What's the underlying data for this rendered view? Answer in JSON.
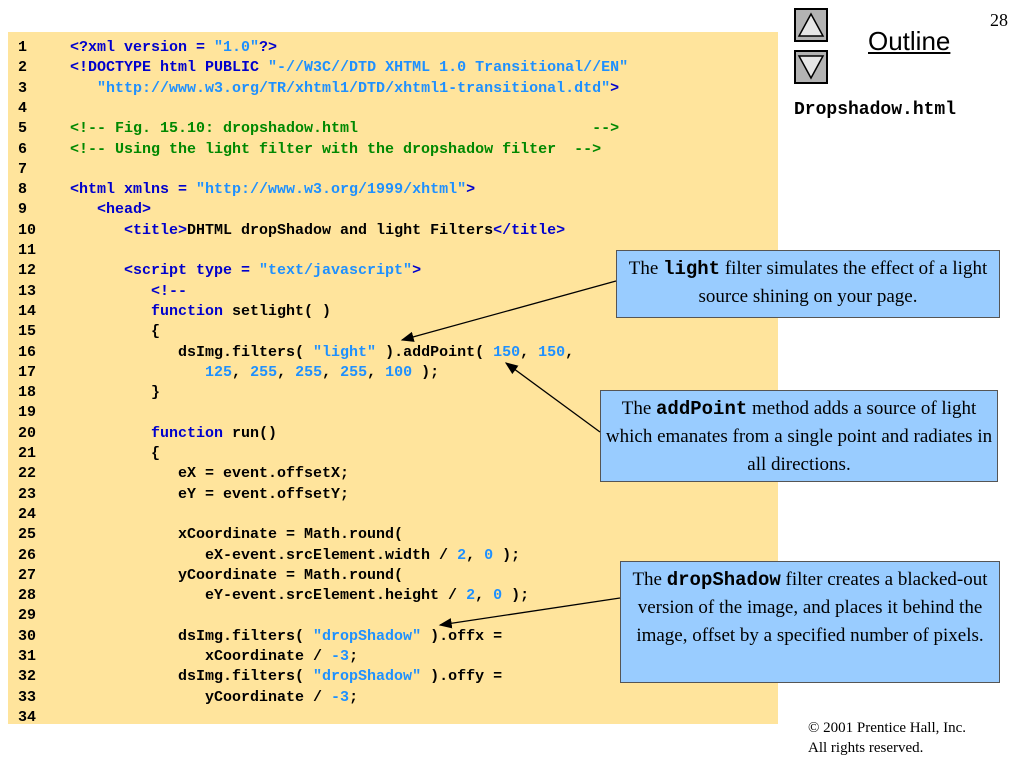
{
  "page_number": "28",
  "outline": {
    "title": "Outline",
    "file_name": "Dropshadow.html",
    "up_icon": "triangle-up-icon",
    "down_icon": "triangle-down-icon"
  },
  "code": [
    {
      "n": "1",
      "src": [
        [
          "k",
          "<?xml version = "
        ],
        [
          "s",
          "\"1.0\""
        ],
        [
          "k",
          "?>"
        ]
      ]
    },
    {
      "n": "2",
      "src": [
        [
          "k",
          "<!DOCTYPE html PUBLIC "
        ],
        [
          "s",
          "\"-//W3C//DTD XHTML 1.0 Transitional//EN\""
        ]
      ]
    },
    {
      "n": "3",
      "src": [
        [
          "t",
          "   "
        ],
        [
          "s",
          "\"http://www.w3.org/TR/xhtml1/DTD/xhtml1-transitional.dtd\""
        ],
        [
          "k",
          ">"
        ]
      ]
    },
    {
      "n": "4",
      "src": []
    },
    {
      "n": "5",
      "src": [
        [
          "c",
          "<!-- Fig. 15.10: dropshadow.html                          -->"
        ]
      ]
    },
    {
      "n": "6",
      "src": [
        [
          "c",
          "<!-- Using the light filter with the dropshadow filter  -->"
        ]
      ]
    },
    {
      "n": "7",
      "src": []
    },
    {
      "n": "8",
      "src": [
        [
          "k",
          "<html xmlns = "
        ],
        [
          "s",
          "\"http://www.w3.org/1999/xhtml\""
        ],
        [
          "k",
          ">"
        ]
      ]
    },
    {
      "n": "9",
      "src": [
        [
          "k",
          "   <head>"
        ]
      ]
    },
    {
      "n": "10",
      "src": [
        [
          "k",
          "      <title>"
        ],
        [
          "t",
          "DHTML dropShadow and light Filters"
        ],
        [
          "k",
          "</title>"
        ]
      ]
    },
    {
      "n": "11",
      "src": []
    },
    {
      "n": "12",
      "src": [
        [
          "k",
          "      <script type = "
        ],
        [
          "s",
          "\"text/javascript\""
        ],
        [
          "k",
          ">"
        ]
      ]
    },
    {
      "n": "13",
      "src": [
        [
          "k",
          "         <!--"
        ]
      ]
    },
    {
      "n": "14",
      "src": [
        [
          "k",
          "         function"
        ],
        [
          "t",
          " setlight( )"
        ]
      ]
    },
    {
      "n": "15",
      "src": [
        [
          "t",
          "         {"
        ]
      ]
    },
    {
      "n": "16",
      "src": [
        [
          "t",
          "            dsImg.filters( "
        ],
        [
          "s",
          "\"light\""
        ],
        [
          "t",
          " ).addPoint( "
        ],
        [
          "n",
          "150"
        ],
        [
          "t",
          ", "
        ],
        [
          "n",
          "150"
        ],
        [
          "t",
          ","
        ]
      ]
    },
    {
      "n": "17",
      "src": [
        [
          "t",
          "               "
        ],
        [
          "n",
          "125"
        ],
        [
          "t",
          ", "
        ],
        [
          "n",
          "255"
        ],
        [
          "t",
          ", "
        ],
        [
          "n",
          "255"
        ],
        [
          "t",
          ", "
        ],
        [
          "n",
          "255"
        ],
        [
          "t",
          ", "
        ],
        [
          "n",
          "100"
        ],
        [
          "t",
          " );"
        ]
      ]
    },
    {
      "n": "18",
      "src": [
        [
          "t",
          "         }"
        ]
      ]
    },
    {
      "n": "19",
      "src": []
    },
    {
      "n": "20",
      "src": [
        [
          "k",
          "         function"
        ],
        [
          "t",
          " run()"
        ]
      ]
    },
    {
      "n": "21",
      "src": [
        [
          "t",
          "         {"
        ]
      ]
    },
    {
      "n": "22",
      "src": [
        [
          "t",
          "            eX = event.offsetX;"
        ]
      ]
    },
    {
      "n": "23",
      "src": [
        [
          "t",
          "            eY = event.offsetY;"
        ]
      ]
    },
    {
      "n": "24",
      "src": []
    },
    {
      "n": "25",
      "src": [
        [
          "t",
          "            xCoordinate = Math.round("
        ]
      ]
    },
    {
      "n": "26",
      "src": [
        [
          "t",
          "               eX-event.srcElement.width / "
        ],
        [
          "n",
          "2"
        ],
        [
          "t",
          ", "
        ],
        [
          "n",
          "0"
        ],
        [
          "t",
          " );"
        ]
      ]
    },
    {
      "n": "27",
      "src": [
        [
          "t",
          "            yCoordinate = Math.round("
        ]
      ]
    },
    {
      "n": "28",
      "src": [
        [
          "t",
          "               eY-event.srcElement.height / "
        ],
        [
          "n",
          "2"
        ],
        [
          "t",
          ", "
        ],
        [
          "n",
          "0"
        ],
        [
          "t",
          " );"
        ]
      ]
    },
    {
      "n": "29",
      "src": []
    },
    {
      "n": "30",
      "src": [
        [
          "t",
          "            dsImg.filters( "
        ],
        [
          "s",
          "\"dropShadow\""
        ],
        [
          "t",
          " ).offx ="
        ]
      ]
    },
    {
      "n": "31",
      "src": [
        [
          "t",
          "               xCoordinate / "
        ],
        [
          "n",
          "-3"
        ],
        [
          "t",
          ";"
        ]
      ]
    },
    {
      "n": "32",
      "src": [
        [
          "t",
          "            dsImg.filters( "
        ],
        [
          "s",
          "\"dropShadow\""
        ],
        [
          "t",
          " ).offy ="
        ]
      ]
    },
    {
      "n": "33",
      "src": [
        [
          "t",
          "               yCoordinate / "
        ],
        [
          "n",
          "-3"
        ],
        [
          "t",
          ";"
        ]
      ]
    },
    {
      "n": "34",
      "src": []
    }
  ],
  "callouts": {
    "light": {
      "pre": "The ",
      "code": "light",
      "post": " filter simulates the effect of a light source shining on your page."
    },
    "addpoint": {
      "pre": "The ",
      "code": "addPoint",
      "post": " method adds a source of light which emanates from a single point and radiates in all directions."
    },
    "dropshadow": {
      "pre": "The ",
      "code": "dropShadow",
      "post": " filter creates a blacked-out version of the image, and places it behind the image, offset by a specified number of pixels."
    }
  },
  "footer": {
    "copyright": "© 2001 Prentice Hall, Inc.",
    "rights": "All rights reserved."
  },
  "colors": {
    "code_background": "#ffe49c",
    "callout_background": "#99ccff",
    "keyword": "#0000cc",
    "string": "#1e90ff",
    "comment": "#008800"
  }
}
